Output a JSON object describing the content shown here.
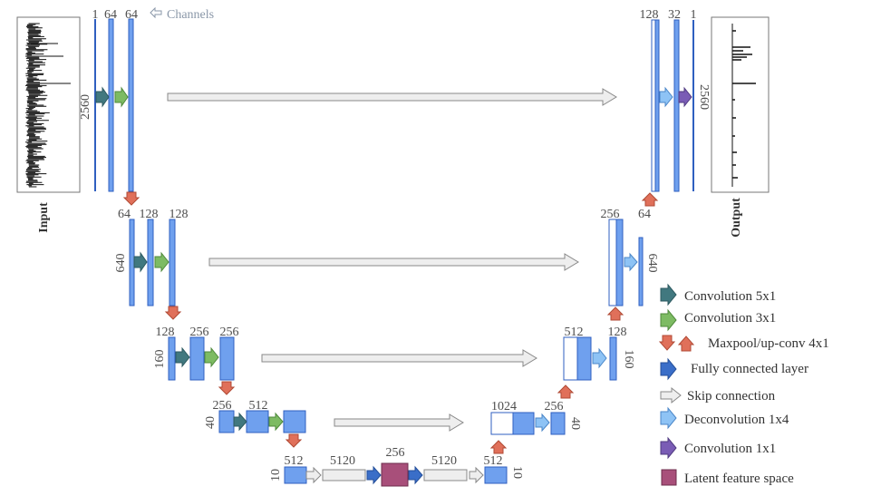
{
  "side_labels": {
    "input": "Input",
    "output": "Output"
  },
  "channels_label": "Channels",
  "enc": {
    "l1": {
      "c1": "1",
      "c2": "64",
      "c3": "64",
      "len": "2560"
    },
    "l2": {
      "c1": "64",
      "c2": "128",
      "c3": "128",
      "len": "640"
    },
    "l3": {
      "c1": "128",
      "c2": "256",
      "c3": "256",
      "len": "160"
    },
    "l4": {
      "c1": "256",
      "c2": "512",
      "len": "40"
    },
    "l5": {
      "c1": "512",
      "c2": "5120",
      "c3": "256",
      "c4": "5120",
      "c5": "512",
      "len_left": "10",
      "len_right": "10"
    }
  },
  "dec": {
    "l4": {
      "c1": "1024",
      "c2": "256",
      "len": "40"
    },
    "l3": {
      "c1": "512",
      "c2": "128",
      "len": "160"
    },
    "l2": {
      "c1": "256",
      "c2": "64",
      "len": "640"
    },
    "l1": {
      "c1": "128",
      "c2": "32",
      "c3": "1",
      "len": "2560"
    }
  },
  "legend": [
    {
      "label": "Convolution 5x1",
      "icon": "conv5-arrow-icon",
      "color": "#41787f"
    },
    {
      "label": "Convolution 3x1",
      "icon": "conv3-arrow-icon",
      "color": "#7dbb63"
    },
    {
      "label": "Maxpool/up-conv 4x1",
      "icon": "maxpool-upconv-arrows-icon",
      "color": "#e0705a"
    },
    {
      "label": "Fully connected layer",
      "icon": "fc-arrow-icon",
      "color": "#3a6ec8"
    },
    {
      "label": "Skip connection",
      "icon": "skip-arrow-icon",
      "color": "#eeeeee"
    },
    {
      "label": "Deconvolution 1x4",
      "icon": "deconv-arrow-icon",
      "color": "#8ec3f5"
    },
    {
      "label": "Convolution 1x1",
      "icon": "conv1-arrow-icon",
      "color": "#7a5cb5"
    },
    {
      "label": "Latent feature space",
      "icon": "latent-square-icon",
      "color": "#a84f7a"
    }
  ],
  "colors": {
    "block_fill": "#6fa0ee",
    "block_stroke": "#2f5fc0",
    "conv5": "#41787f",
    "conv3": "#7dbb63",
    "pool": "#e0705a",
    "fc": "#3a6ec8",
    "skip_fill": "#eeeeee",
    "skip_stroke": "#888888",
    "deconv": "#8ec3f5",
    "conv1": "#7a5cb5",
    "latent": "#a84f7a"
  }
}
